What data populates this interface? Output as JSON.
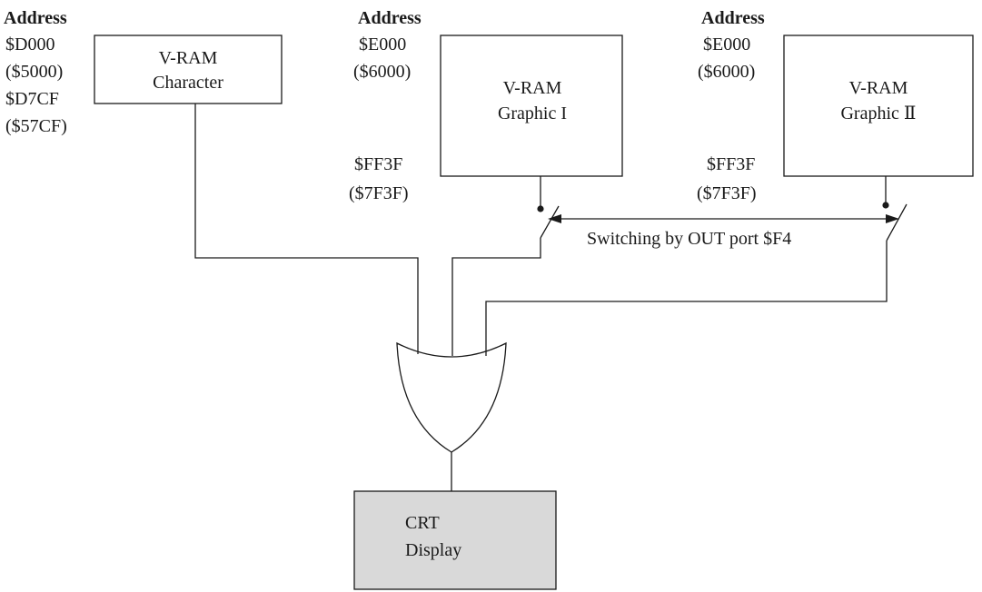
{
  "address_column_1": {
    "heading": "Address",
    "lines": [
      "$D000",
      "($5000)",
      "$D7CF",
      "($57CF)"
    ]
  },
  "address_column_2": {
    "heading": "Address",
    "start": [
      "$E000",
      "($6000)"
    ],
    "end": [
      "$FF3F",
      "($7F3F)"
    ]
  },
  "address_column_3": {
    "heading": "Address",
    "start": [
      "$E000",
      "($6000)"
    ],
    "end": [
      "$FF3F",
      "($7F3F)"
    ]
  },
  "vram_character": {
    "line1": "V-RAM",
    "line2": "Character"
  },
  "vram_graphic_1": {
    "line1": "V-RAM",
    "line2": "Graphic I"
  },
  "vram_graphic_2": {
    "line1": "V-RAM",
    "line2": "Graphic Ⅱ"
  },
  "switch_label": "Switching by OUT port $F4",
  "crt": {
    "line1": "CRT",
    "line2": "Display",
    "fill_color": "#d9d9d9"
  }
}
